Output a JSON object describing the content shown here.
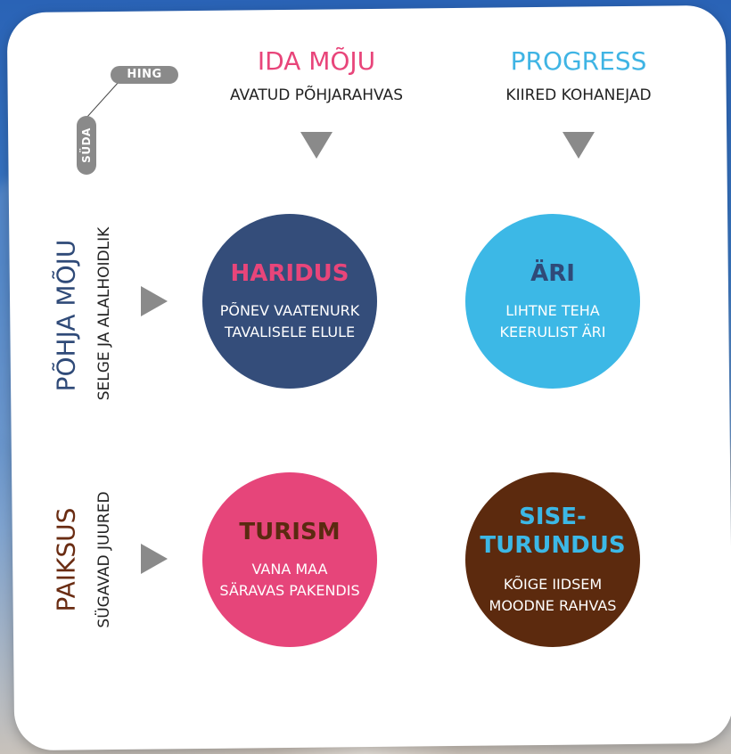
{
  "corner": {
    "horizontal_label": "HING",
    "vertical_label": "SÜDA"
  },
  "columns": [
    {
      "title": "IDA MÕJU",
      "subtitle": "AVATUD PÕHJARAHVAS",
      "color": "#e8457a"
    },
    {
      "title": "PROGRESS",
      "subtitle": "KIIRED KOHANEJAD",
      "color": "#3fb4e4"
    }
  ],
  "rows": [
    {
      "title": "PÕHJA MÕJU",
      "subtitle": "SELGE JA ALALHOIDLIK",
      "color": "#2f4a78"
    },
    {
      "title": "PAIKSUS",
      "subtitle": "SÜGAVAD JUURED",
      "color": "#6a2c12"
    }
  ],
  "cells": [
    {
      "title": "HARIDUS",
      "title_color": "#e8457a",
      "fill": "#344d7a",
      "line1": "PÕNEV VAATENURK",
      "line2": "TAVALISELE ELULE"
    },
    {
      "title": "ÄRI",
      "title_color": "#2f4a78",
      "fill": "#3cb8e6",
      "line1": "LIHTNE TEHA",
      "line2": "KEERULIST ÄRI"
    },
    {
      "title": "TURISM",
      "title_color": "#5a2a10",
      "fill": "#e6457a",
      "line1": "VANA MAA",
      "line2": "SÄRAVAS PAKENDIS"
    },
    {
      "title_line1": "SISE-",
      "title_line2": "TURUNDUS",
      "title_color": "#3cb8e6",
      "fill": "#5c2a0e",
      "line1": "KÕIGE IIDSEM",
      "line2": "MOODNE RAHVAS"
    }
  ]
}
